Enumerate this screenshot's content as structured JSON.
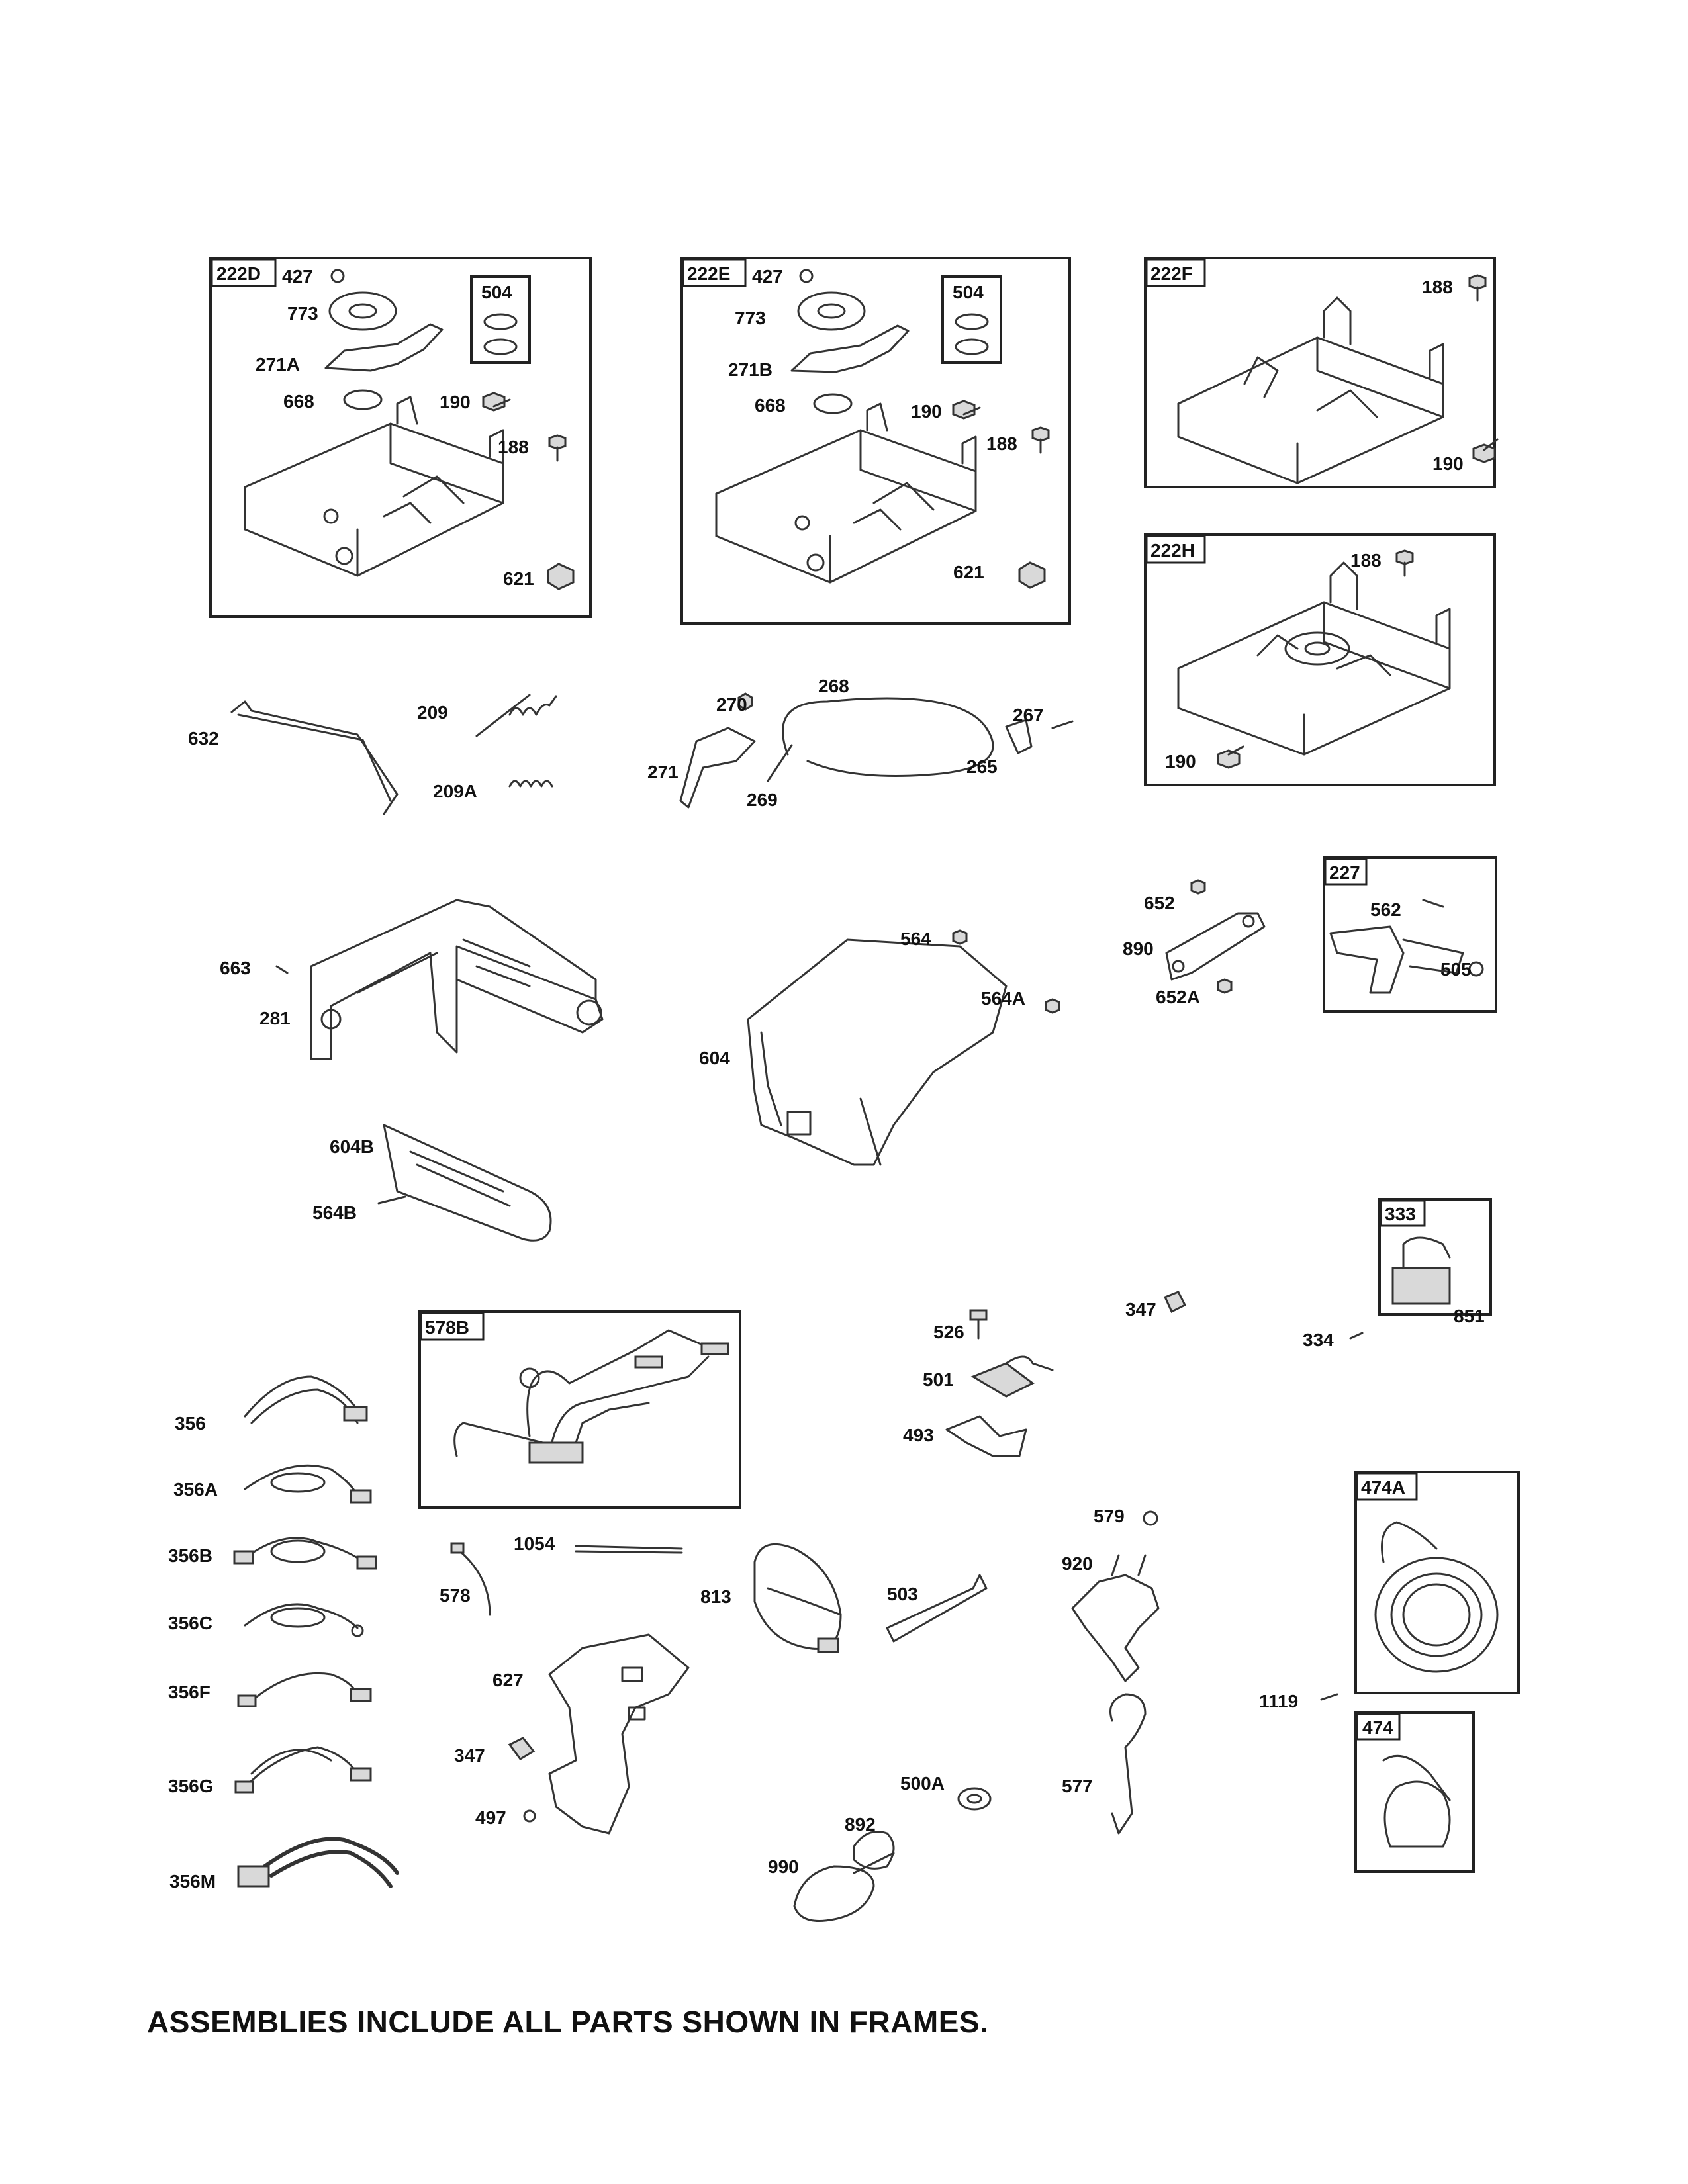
{
  "note": "ASSEMBLIES INCLUDE ALL PARTS SHOWN IN FRAMES.",
  "frames": {
    "f222D": "222D",
    "f222E": "222E",
    "f222F": "222F",
    "f222H": "222H",
    "f227": "227",
    "f333": "333",
    "f578B": "578B",
    "f474A": "474A",
    "f474": "474",
    "f504a": "504",
    "f504b": "504"
  },
  "parts": {
    "p427a": "427",
    "p773a": "773",
    "p271A": "271A",
    "p668a": "668",
    "p190a": "190",
    "p188a": "188",
    "p621a": "621",
    "p427b": "427",
    "p773b": "773",
    "p271B": "271B",
    "p668b": "668",
    "p190b": "190",
    "p188b": "188",
    "p621b": "621",
    "p188c": "188",
    "p190c": "190",
    "p188d": "188",
    "p190d": "190",
    "p632": "632",
    "p209": "209",
    "p209A": "209A",
    "p270": "270",
    "p268": "268",
    "p267": "267",
    "p271": "271",
    "p269": "269",
    "p265": "265",
    "p663": "663",
    "p281": "281",
    "p564": "564",
    "p564A": "564A",
    "p604": "604",
    "p604B": "604B",
    "p564B": "564B",
    "p652": "652",
    "p890": "890",
    "p652A": "652A",
    "p562": "562",
    "p505": "505",
    "p851": "851",
    "p334": "334",
    "p347a": "347",
    "p526": "526",
    "p501": "501",
    "p493": "493",
    "p356": "356",
    "p356A": "356A",
    "p356B": "356B",
    "p356C": "356C",
    "p356F": "356F",
    "p356G": "356G",
    "p356M": "356M",
    "p1054": "1054",
    "p578": "578",
    "p813": "813",
    "p503": "503",
    "p579": "579",
    "p920": "920",
    "p1119": "1119",
    "p627": "627",
    "p347b": "347",
    "p497": "497",
    "p500A": "500A",
    "p892": "892",
    "p990": "990",
    "p577": "577"
  }
}
